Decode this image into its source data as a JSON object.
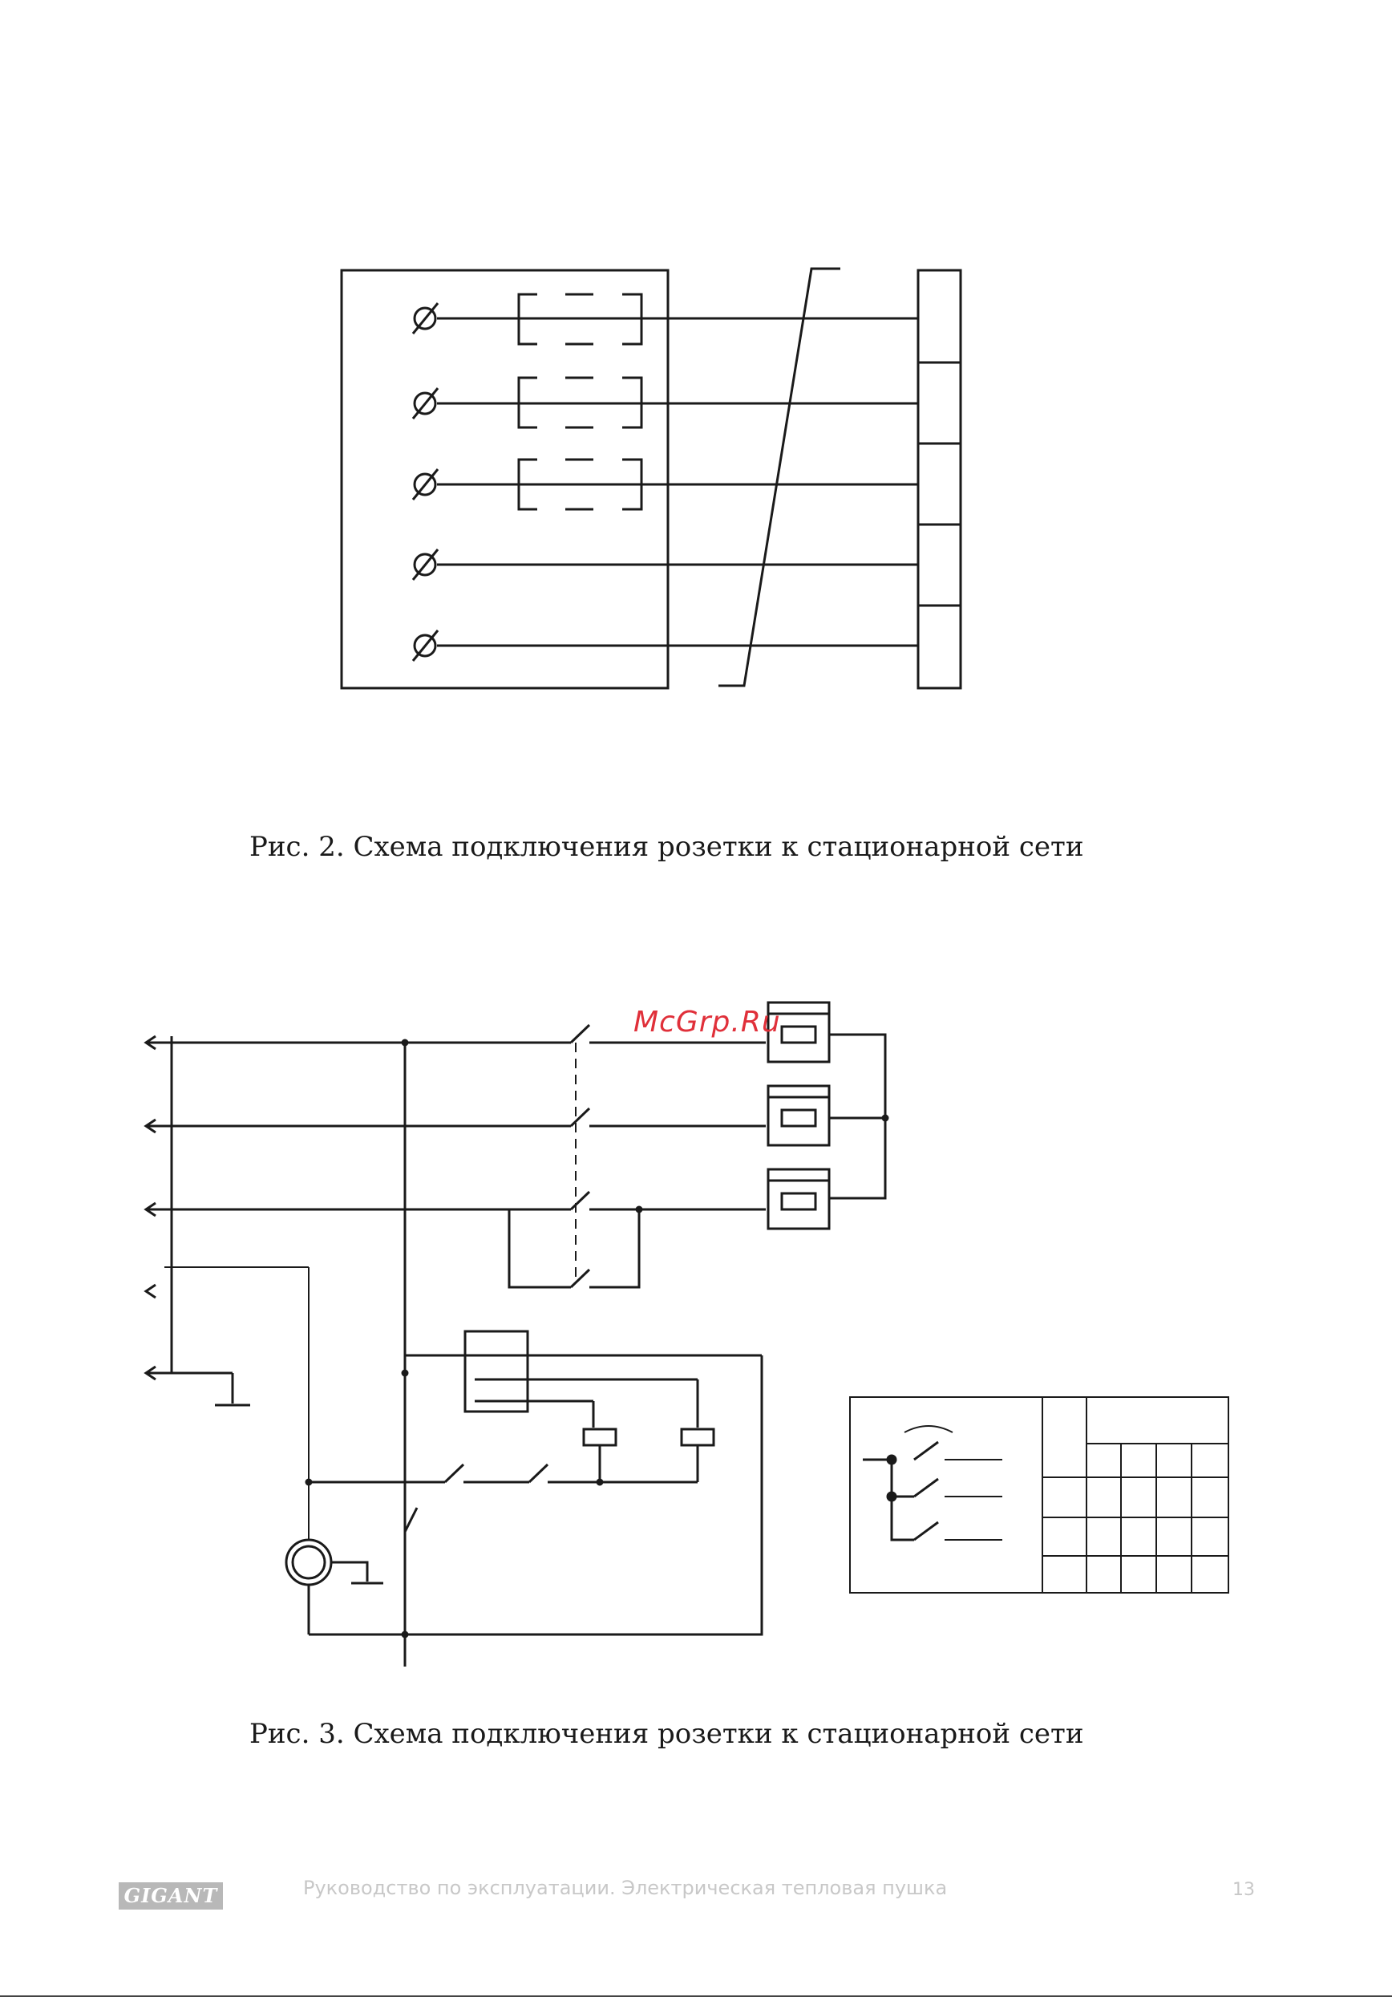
{
  "figures": {
    "fig2": {
      "caption": "Рис. 2. Схема подключения розетки к стационарной сети",
      "terminal_symbol": "∅"
    },
    "fig3": {
      "caption": "Рис. 3. Схема подключения розетки к стационарной сети"
    }
  },
  "watermark": "McGrp.Ru",
  "footer": {
    "brand_logo": "GIGANT",
    "manual_title": "Руководство по эксплуатации. Электрическая тепловая пушка",
    "page_number": "13"
  },
  "colors": {
    "line": "#1a1a1a",
    "thin_line": "#555555",
    "watermark": "#e0303a",
    "footer_gray": "#c8c8c8"
  }
}
